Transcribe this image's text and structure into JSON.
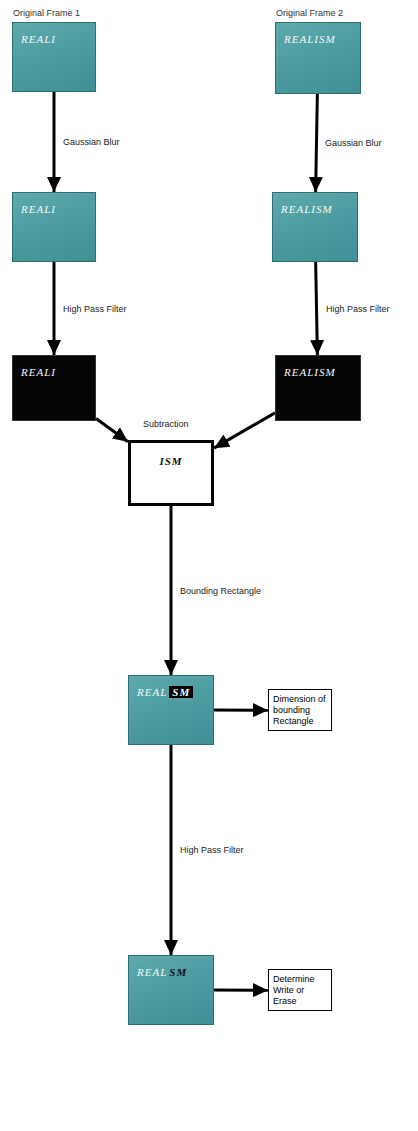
{
  "diagram": {
    "nodes": [
      {
        "text": [
          "Original Frame 1",
          "REALI"
        ]
      },
      {
        "text": [
          "Original Frame 2",
          "REALISM"
        ]
      },
      {
        "text": [
          "REALI"
        ]
      },
      {
        "text": [
          "REALISM"
        ]
      },
      {
        "text": [
          "REALI"
        ]
      },
      {
        "text": [
          "REALISM"
        ]
      },
      {
        "text": [
          "ISM"
        ]
      },
      {
        "text": [
          "REAL",
          "SM"
        ]
      },
      {
        "text": [
          "Dimension of bounding Rectangle"
        ]
      },
      {
        "text": [
          "REAL",
          "SM"
        ]
      },
      {
        "text": [
          "Determine Write or Erase"
        ]
      }
    ],
    "edges": [
      {
        "from": 0,
        "to": 2,
        "arrow": "to",
        "label": "Gaussian Blur"
      },
      {
        "from": 1,
        "to": 3,
        "arrow": "to",
        "label": "Gaussian Blur"
      },
      {
        "from": 2,
        "to": 4,
        "arrow": "to",
        "label": "High Pass Filter"
      },
      {
        "from": 3,
        "to": 5,
        "arrow": "to",
        "label": "High Pass Filter"
      },
      {
        "from": 4,
        "to": 6,
        "arrow": "to"
      },
      {
        "from": 5,
        "to": 6,
        "arrow": "to"
      },
      {
        "from": 6,
        "to": 7,
        "arrow": "to",
        "label": "Bounding Rectangle"
      },
      {
        "from": 7,
        "to": 8,
        "arrow": "to"
      },
      {
        "from": 7,
        "to": 9,
        "arrow": "to",
        "label": "High Pass Filter"
      },
      {
        "from": 9,
        "to": 10,
        "arrow": "to"
      }
    ],
    "labels": [
      "Subtraction"
    ]
  }
}
